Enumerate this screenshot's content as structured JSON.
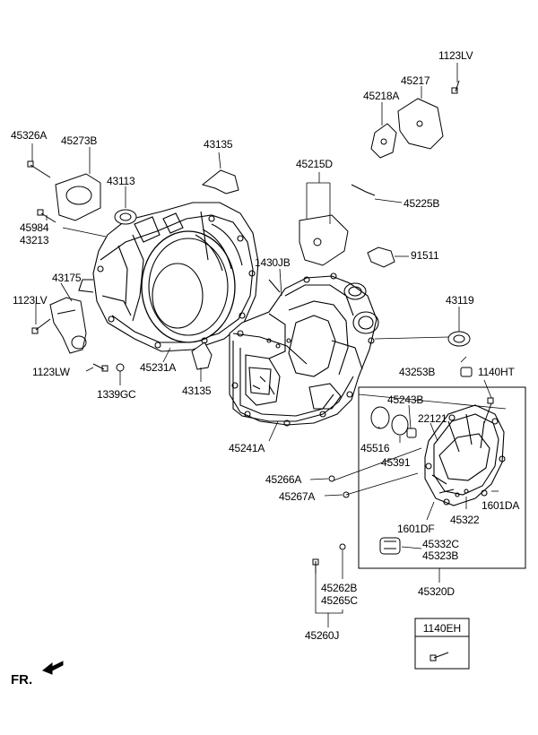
{
  "callouts": {
    "p1123LV_top": "1123LV",
    "p45217": "45217",
    "p45218A": "45218A",
    "p45326A": "45326A",
    "p45273B": "45273B",
    "p43135_top": "43135",
    "p45215D": "45215D",
    "p43113": "43113",
    "p45225B": "45225B",
    "p45984": "45984",
    "p43213": "43213",
    "p91511": "91511",
    "p43175": "43175",
    "p1430JB": "1430JB",
    "p1123LV_left": "1123LV",
    "p43119": "43119",
    "p1123LW": "1123LW",
    "p45231A": "45231A",
    "p1339GC": "1339GC",
    "p43135_bot": "43135",
    "p43253B": "43253B",
    "p1140HT": "1140HT",
    "p45243B": "45243B",
    "p22121": "22121",
    "p45516": "45516",
    "p45391": "45391",
    "p45241A": "45241A",
    "p45266A": "45266A",
    "p45267A": "45267A",
    "p1601DA": "1601DA",
    "p45322": "45322",
    "p1601DF": "1601DF",
    "p45332C": "45332C",
    "p45323B": "45323B",
    "p45262B": "45262B",
    "p45265C": "45265C",
    "p45320D": "45320D",
    "p45260J": "45260J"
  },
  "inset_box": {
    "title": "1140EH"
  },
  "orientation": {
    "label": "FR."
  }
}
